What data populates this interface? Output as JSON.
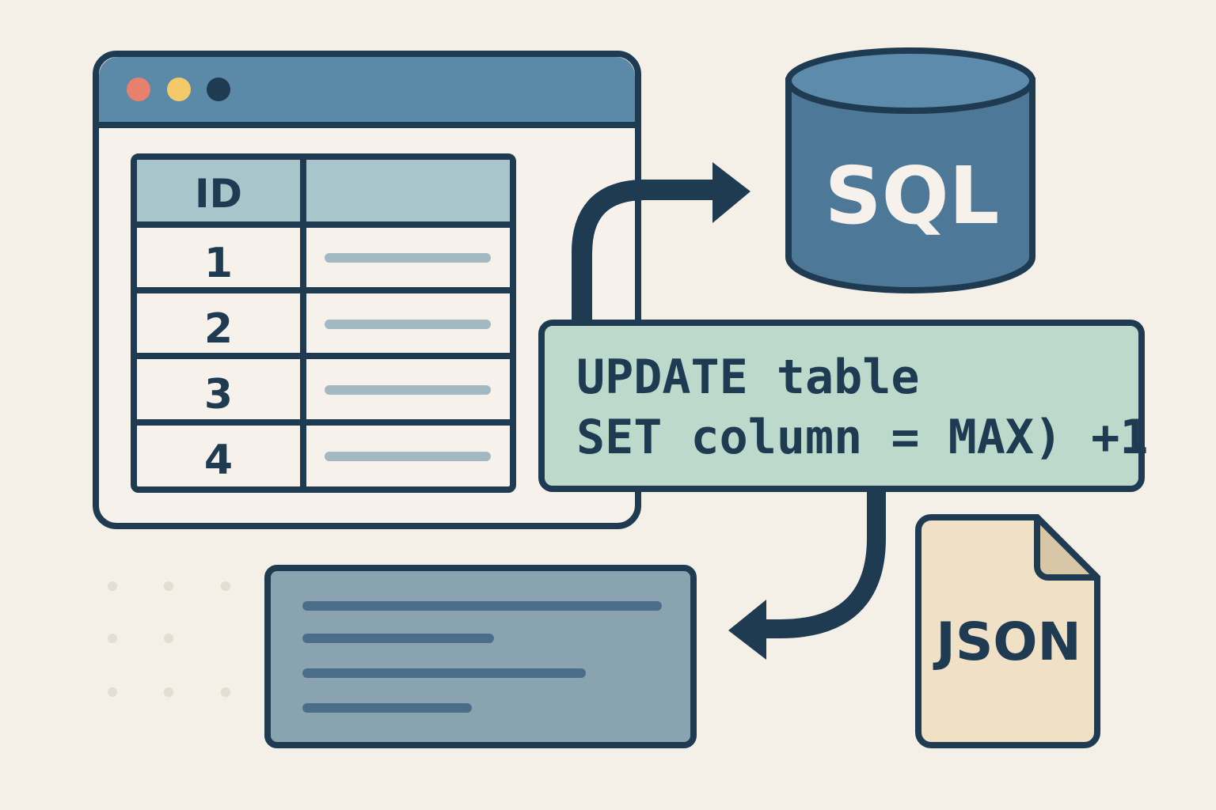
{
  "window": {
    "traffic_lights": [
      {
        "name": "close",
        "color": "#e8806e"
      },
      {
        "name": "minimize",
        "color": "#f3c96a"
      },
      {
        "name": "maximize",
        "color": "#1f3b52"
      }
    ],
    "table": {
      "header": "ID",
      "rows": [
        "1",
        "2",
        "3",
        "4"
      ]
    }
  },
  "database": {
    "label": "SQL"
  },
  "code": {
    "line1": "UPDATE table",
    "line2": "SET column = MAX) +1"
  },
  "file": {
    "label": "JSON"
  },
  "colors": {
    "background": "#f4efe7",
    "outline": "#1f3b52",
    "window_header": "#5b8aa8",
    "table_header": "#a9c5cc",
    "code_box": "#bcd9cc",
    "database": "#4e7898",
    "file": "#f0e0c6"
  }
}
